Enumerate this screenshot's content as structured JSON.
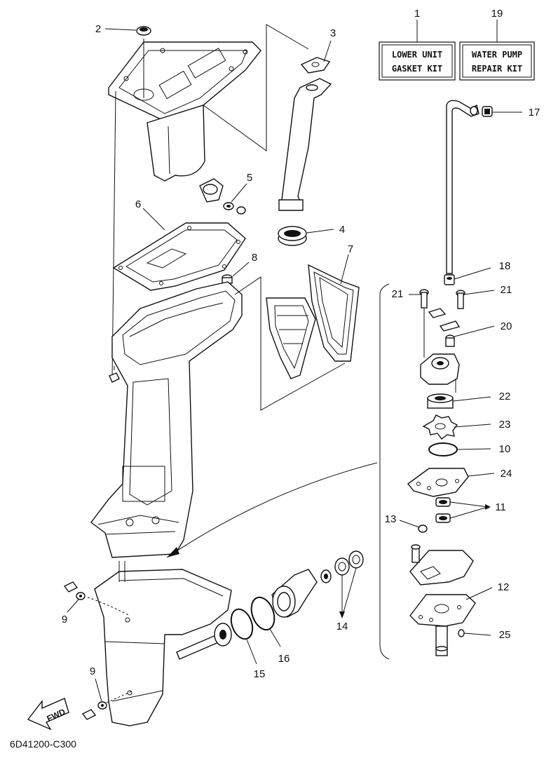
{
  "kits": [
    {
      "ref": "1",
      "line1": "LOWER UNIT",
      "line2": "GASKET KIT"
    },
    {
      "ref": "19",
      "line1": "WATER PUMP",
      "line2": "REPAIR KIT"
    }
  ],
  "callouts": {
    "c2": "2",
    "c3": "3",
    "c4": "4",
    "c5": "5",
    "c6": "6",
    "c7": "7",
    "c8": "8",
    "c9a": "9",
    "c9b": "9",
    "c10": "10",
    "c11": "11",
    "c12": "12",
    "c13": "13",
    "c14": "14",
    "c15": "15",
    "c16": "16",
    "c17": "17",
    "c18": "18",
    "c20": "20",
    "c21a": "21",
    "c21b": "21",
    "c22": "22",
    "c23": "23",
    "c24": "24",
    "c25": "25"
  },
  "fwd_label": "FWD",
  "drawing_code": "6D41200-C300"
}
